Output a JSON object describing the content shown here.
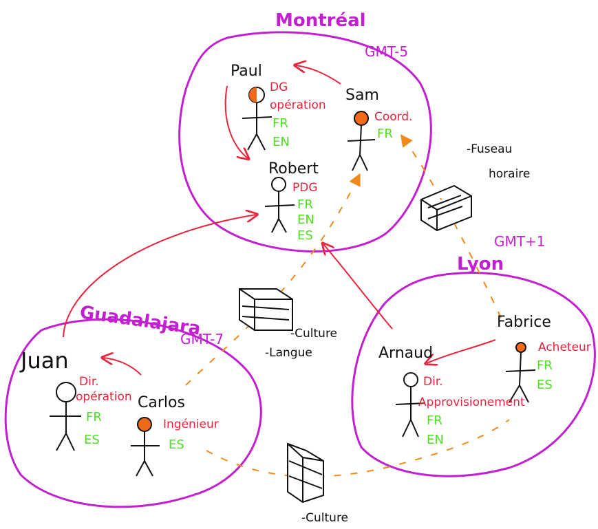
{
  "montreal": {
    "city": "Montréal",
    "gmt": "GMT-5",
    "paul": {
      "name": "Paul",
      "role1": "DG",
      "role2": "opération",
      "lang1": "FR",
      "lang2": "EN"
    },
    "sam": {
      "name": "Sam",
      "role": "Coord.",
      "lang1": "FR"
    },
    "robert": {
      "name": "Robert",
      "role": "PDG",
      "lang1": "FR",
      "lang2": "EN",
      "lang3": "ES"
    }
  },
  "lyon": {
    "city": "Lyon",
    "gmt": "GMT+1",
    "fabrice": {
      "name": "Fabrice",
      "role": "Acheteur",
      "lang1": "FR",
      "lang2": "ES"
    },
    "arnaud": {
      "name": "Arnaud",
      "role1": "Dir.",
      "role2": "Approvisionement",
      "lang1": "FR",
      "lang2": "EN"
    }
  },
  "guadalajara": {
    "city": "Guadalajara",
    "gmt": "GMT-7",
    "juan": {
      "name": "Juan",
      "role1": "Dir.",
      "role2": "opération",
      "lang1": "FR",
      "lang2": "ES"
    },
    "carlos": {
      "name": "Carlos",
      "role": "Ingénieur",
      "lang1": "ES"
    }
  },
  "barriers": {
    "timezone1": "-Fuseau",
    "timezone2": "horaire",
    "culture": "-Culture",
    "language": "-Langue",
    "culture2": "-Culture"
  },
  "colors": {
    "city": "#c21fd0",
    "role": "#e8233b",
    "language": "#4ee01f",
    "link": "#f08a1a",
    "head": "#f06a1a"
  }
}
